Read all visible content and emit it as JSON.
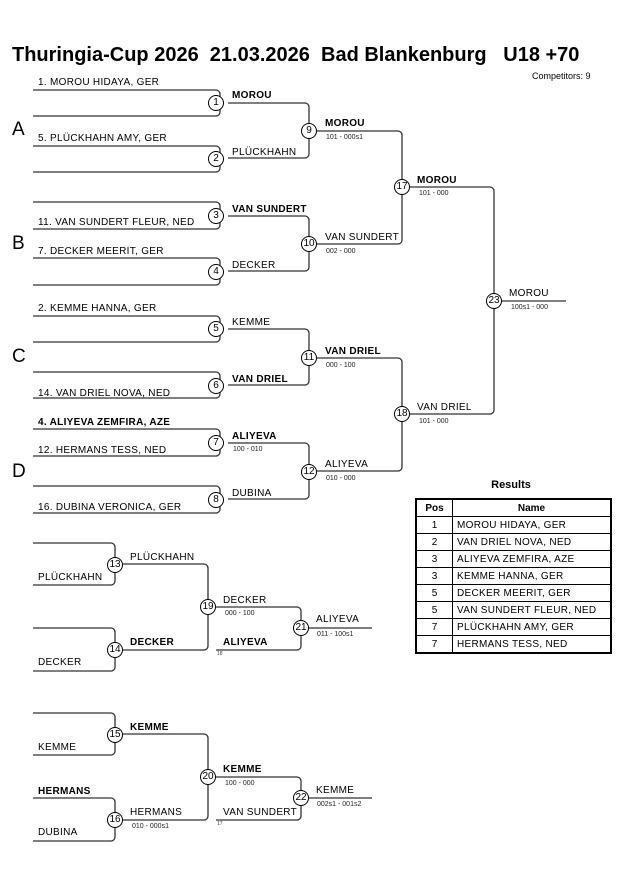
{
  "header": {
    "title": "Thuringia-Cup 2026  21.03.2026  Bad Blankenburg   U18 +70",
    "competitors": "Competitors: 9"
  },
  "pools": [
    "A",
    "B",
    "C",
    "D"
  ],
  "entries": [
    {
      "label": "1. MOROU HIDAYA, GER",
      "bold": false
    },
    {
      "label": "5. PLÜCKHAHN AMY, GER",
      "bold": false
    },
    {
      "label": "11. VAN SUNDERT  FLEUR, NED",
      "bold": false
    },
    {
      "label": "7. DECKER MEERIT, GER",
      "bold": false
    },
    {
      "label": "2. KEMME HANNA, GER",
      "bold": false
    },
    {
      "label": "14. VAN DRIEL NOVA, NED",
      "bold": false
    },
    {
      "label": "4. ALIYEVA ZEMFIRA, AZE",
      "bold": true
    },
    {
      "label": "12. HERMANS TESS, NED",
      "bold": false
    },
    {
      "label": "16. DUBINA VERONICA, GER",
      "bold": false
    }
  ],
  "matches": {
    "m1": {
      "num": "1",
      "winner": "MOROU",
      "bold": true,
      "score": ""
    },
    "m2": {
      "num": "2",
      "winner": "PLÜCKHAHN",
      "bold": false,
      "score": ""
    },
    "m3": {
      "num": "3",
      "winner": "VAN SUNDERT",
      "bold": true,
      "score": ""
    },
    "m4": {
      "num": "4",
      "winner": "DECKER",
      "bold": false,
      "score": ""
    },
    "m5": {
      "num": "5",
      "winner": "KEMME",
      "bold": false,
      "score": ""
    },
    "m6": {
      "num": "6",
      "winner": "VAN DRIEL",
      "bold": true,
      "score": ""
    },
    "m7": {
      "num": "7",
      "winner": "ALIYEVA",
      "bold": true,
      "score": "100 - 010"
    },
    "m8": {
      "num": "8",
      "winner": "DUBINA",
      "bold": false,
      "score": ""
    },
    "m9": {
      "num": "9",
      "winner": "MOROU",
      "bold": true,
      "score": "101 - 000s1"
    },
    "m10": {
      "num": "10",
      "winner": "VAN SUNDERT",
      "bold": false,
      "score": "002 - 000"
    },
    "m11": {
      "num": "11",
      "winner": "VAN DRIEL",
      "bold": true,
      "score": "000 - 100"
    },
    "m12": {
      "num": "12",
      "winner": "ALIYEVA",
      "bold": false,
      "score": "010 - 000"
    },
    "m17": {
      "num": "17",
      "winner": "MOROU",
      "bold": true,
      "score": "101 - 000"
    },
    "m18": {
      "num": "18",
      "winner": "VAN DRIEL",
      "bold": false,
      "score": "101 - 000"
    },
    "m23": {
      "num": "23",
      "winner": "MOROU",
      "bold": false,
      "score": "100s1 - 000"
    }
  },
  "repechage": {
    "r1": {
      "m13": {
        "num": "13",
        "in_top": "",
        "in_bottom": "PLÜCKHAHN",
        "winner": "PLÜCKHAHN",
        "score": ""
      },
      "m14": {
        "num": "14",
        "in_top": "",
        "in_bottom": "DECKER",
        "winner": "DECKER",
        "score": ""
      },
      "m19": {
        "num": "19",
        "winner": "DECKER",
        "score": "000 - 100"
      },
      "from_label": "ALIYEVA",
      "from_ref": "18",
      "m21": {
        "num": "21",
        "winner": "ALIYEVA",
        "score": "011 - 100s1"
      }
    },
    "r2": {
      "m15": {
        "num": "15",
        "in_top": "",
        "in_bottom": "KEMME",
        "winner": "KEMME",
        "score": ""
      },
      "m16": {
        "num": "16",
        "in_top": "HERMANS",
        "in_bottom": "DUBINA",
        "winner": "HERMANS",
        "score": "010 - 000s1"
      },
      "m20": {
        "num": "20",
        "winner": "KEMME",
        "score": "100 - 000"
      },
      "from_label": "VAN SUNDERT",
      "from_ref": "17",
      "m22": {
        "num": "22",
        "winner": "KEMME",
        "score": "002s1 - 001s2"
      }
    }
  },
  "results": {
    "title": "Results",
    "headers": [
      "Pos",
      "Name"
    ],
    "rows": [
      {
        "pos": "1",
        "name": "MOROU HIDAYA, GER"
      },
      {
        "pos": "2",
        "name": "VAN DRIEL NOVA, NED"
      },
      {
        "pos": "3",
        "name": "ALIYEVA ZEMFIRA, AZE"
      },
      {
        "pos": "3",
        "name": "KEMME HANNA, GER"
      },
      {
        "pos": "5",
        "name": "DECKER MEERIT, GER"
      },
      {
        "pos": "5",
        "name": "VAN SUNDERT  FLEUR, NED"
      },
      {
        "pos": "7",
        "name": "PLÜCKHAHN AMY, GER"
      },
      {
        "pos": "7",
        "name": "HERMANS TESS, NED"
      }
    ]
  }
}
